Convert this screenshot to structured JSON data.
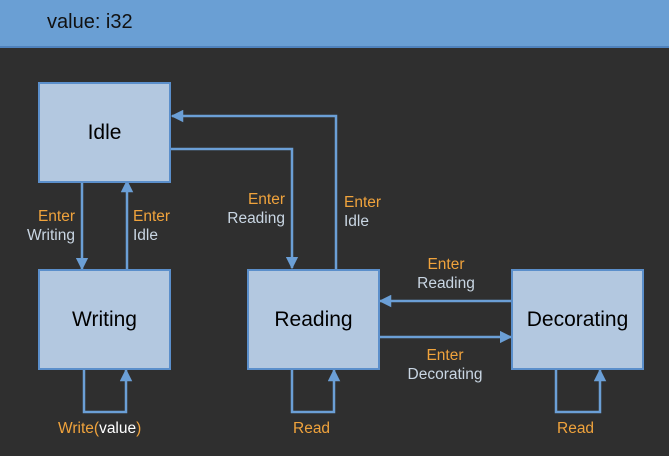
{
  "header": {
    "title": "value: i32"
  },
  "states": {
    "idle": "Idle",
    "writing": "Writing",
    "reading": "Reading",
    "decorating": "Decorating"
  },
  "transitions": {
    "idle_to_writing": {
      "event": "Enter",
      "target": "Writing"
    },
    "writing_to_idle": {
      "event": "Enter",
      "target": "Idle"
    },
    "idle_to_reading": {
      "event": "Enter",
      "target": "Reading"
    },
    "reading_to_idle": {
      "event": "Enter",
      "target": "Idle"
    },
    "decorating_to_reading": {
      "event": "Enter",
      "target": "Reading"
    },
    "reading_to_decorating": {
      "event": "Enter",
      "target": "Decorating"
    }
  },
  "self_loops": {
    "writing": {
      "action": "Write",
      "open": "(",
      "param": "value",
      "close": ")"
    },
    "reading": {
      "action": "Read"
    },
    "decorating": {
      "action": "Read"
    }
  },
  "colors": {
    "background": "#2f2f2f",
    "header": "#6a9fd4",
    "state_fill": "#b3c8e0",
    "state_border": "#5b8fcb",
    "arrow": "#6b9fd6",
    "event_text": "#f0a33c",
    "target_text": "#c9d6e3"
  }
}
